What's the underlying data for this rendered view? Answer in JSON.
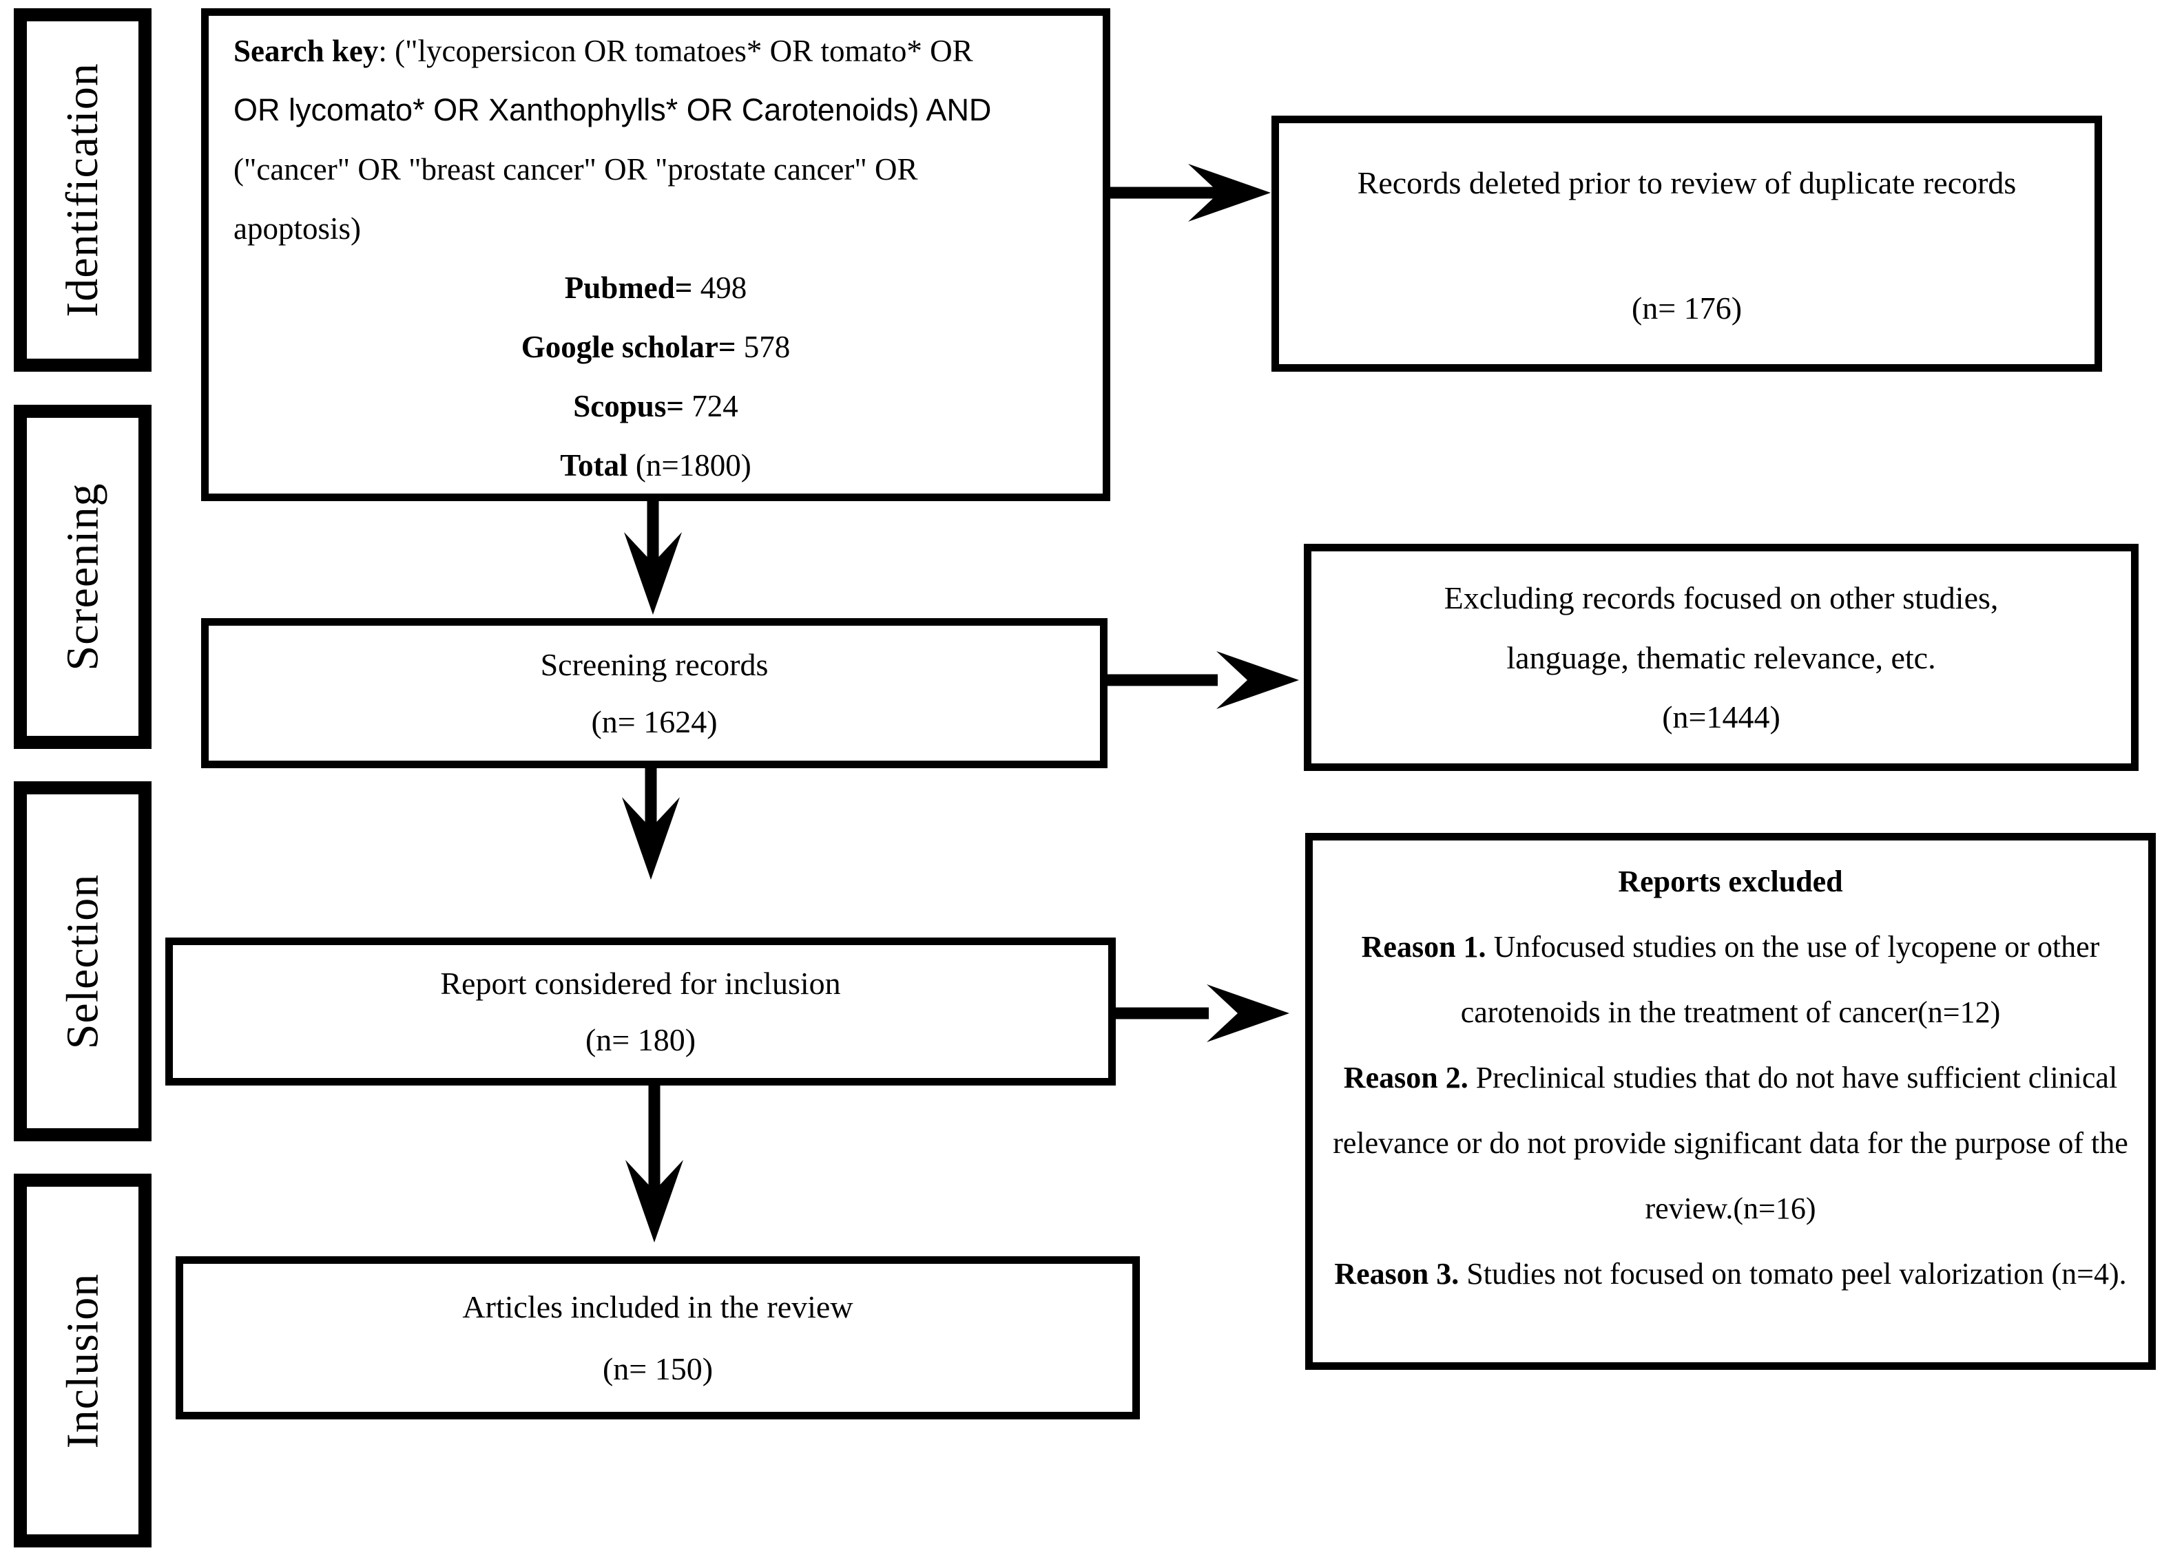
{
  "colors": {
    "ink": "#000000",
    "paper": "#ffffff"
  },
  "stages": [
    {
      "label": "Identification"
    },
    {
      "label": "Screening"
    },
    {
      "label": "Selection"
    },
    {
      "label": "Inclusion"
    }
  ],
  "search_box": {
    "lines": [
      {
        "bold": "Search key",
        "text": ": (\"lycopersicon OR tomatoes* OR tomato* OR"
      },
      {
        "bold": "",
        "text": "OR lycomato* OR Xanthophylls* OR Carotenoids) AND"
      },
      {
        "bold": "",
        "text": "(\"cancer\" OR \"breast cancer\" OR \"prostate cancer\" OR"
      },
      {
        "bold": "",
        "text": "apoptosis)"
      }
    ],
    "sources": [
      {
        "name": "Pubmed=",
        "value": " 498"
      },
      {
        "name": "Google scholar=",
        "value": " 578"
      },
      {
        "name": "Scopus=",
        "value": " 724"
      },
      {
        "name": "Total",
        "value": " (n=1800)"
      }
    ]
  },
  "records_deleted_box": {
    "text": "Records deleted prior to review of duplicate records",
    "count": "(n= 176)"
  },
  "screening_box": {
    "text": "Screening records",
    "count": "(n= 1624)"
  },
  "excluding_box": {
    "line1": "Excluding records focused on other studies,",
    "line2": "language, thematic relevance, etc.",
    "count": "(n=1444)"
  },
  "report_box": {
    "text": "Report considered for inclusion",
    "count": "(n= 180)"
  },
  "reports_excluded_box": {
    "title": "Reports excluded",
    "reasons": [
      {
        "label": "Reason 1.",
        "text": " Unfocused studies on the use of lycopene or other carotenoids in the treatment of cancer(n=12)"
      },
      {
        "label": "Reason 2.",
        "text": " Preclinical studies that do not have sufficient clinical relevance or do not provide significant data for the purpose of the review.(n=16)"
      },
      {
        "label": "Reason 3.",
        "text": " Studies not focused on tomato peel valorization (n=4)."
      }
    ]
  },
  "articles_box": {
    "text": "Articles included in the review",
    "count": "(n= 150)"
  }
}
